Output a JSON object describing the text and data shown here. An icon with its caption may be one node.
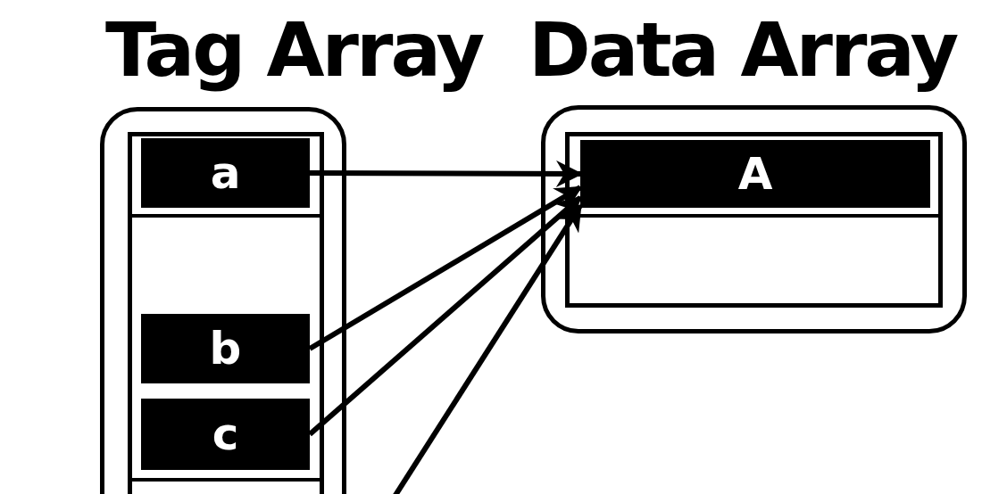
{
  "diagram": {
    "nodes": [
      {
        "text": [
          "Tag Array"
        ]
      },
      {
        "text": [
          "a"
        ],
        "in": 0
      },
      {
        "text": [],
        "shape": "box",
        "in": 0
      },
      {
        "text": [
          "b"
        ],
        "in": 0
      },
      {
        "text": [
          "c"
        ],
        "in": 0
      },
      {
        "text": [],
        "shape": "box",
        "in": 0
      },
      {
        "text": [
          "Data Array"
        ]
      },
      {
        "text": [
          "A"
        ],
        "in": 6
      },
      {
        "text": [],
        "shape": "box",
        "in": 6
      }
    ],
    "edges": [
      {
        "from": 1,
        "to": 7,
        "arrow": "to"
      },
      {
        "from": 3,
        "to": 7,
        "arrow": "to"
      },
      {
        "from": 4,
        "to": 7,
        "arrow": "to"
      },
      {
        "from": null,
        "to": 7,
        "arrow": "to"
      }
    ]
  }
}
